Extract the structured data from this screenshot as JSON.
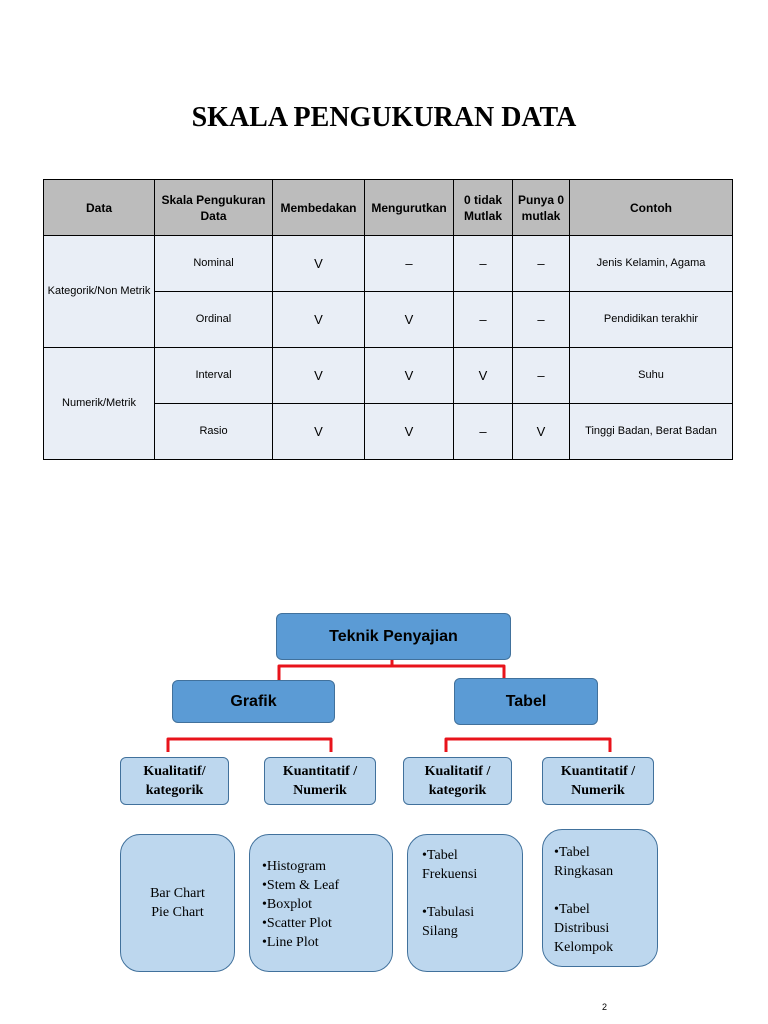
{
  "title": "SKALA PENGUKURAN DATA",
  "table": {
    "headers": [
      "Data",
      "Skala Pengukuran Data",
      "Membedakan",
      "Mengurutkan",
      "0 tidak Mutlak",
      "Punya 0 mutlak",
      "Contoh"
    ],
    "groups": [
      "Kategorik/Non Metrik",
      "Numerik/Metrik"
    ],
    "rows": [
      {
        "scale": "Nominal",
        "membedakan": "V",
        "mengurutkan": "–",
        "nol_tidak_mutlak": "–",
        "punya_nol_mutlak": "–",
        "contoh": "Jenis Kelamin, Agama"
      },
      {
        "scale": "Ordinal",
        "membedakan": "V",
        "mengurutkan": "V",
        "nol_tidak_mutlak": "–",
        "punya_nol_mutlak": "–",
        "contoh": "Pendidikan terakhir"
      },
      {
        "scale": "Interval",
        "membedakan": "V",
        "mengurutkan": "V",
        "nol_tidak_mutlak": "V",
        "punya_nol_mutlak": "–",
        "contoh": "Suhu"
      },
      {
        "scale": "Rasio",
        "membedakan": "V",
        "mengurutkan": "V",
        "nol_tidak_mutlak": "–",
        "punya_nol_mutlak": "V",
        "contoh": "Tinggi Badan, Berat Badan"
      }
    ]
  },
  "diagram": {
    "root": "Teknik Penyajian",
    "grafik": "Grafik",
    "tabel": "Tabel",
    "grafik_kualitatif": "Kualitatif/\nkategorik",
    "grafik_kuantitatif": "Kuantitatif /\nNumerik",
    "tabel_kualitatif": "Kualitatif /\nkategorik",
    "tabel_kuantitatif": "Kuantitatif /\nNumerik",
    "card1": [
      "Bar Chart",
      "Pie Chart"
    ],
    "card2": [
      "•Histogram",
      "•Stem & Leaf",
      "•Boxplot",
      "•Scatter Plot",
      "•Line Plot"
    ],
    "card3a": "•Tabel\n  Frekuensi",
    "card3b": "•Tabulasi\n  Silang",
    "card4a": "•Tabel\n  Ringkasan",
    "card4b": "•Tabel\n  Distribusi\n  Kelompok"
  },
  "page_number": "2",
  "colors": {
    "connector": "#e8131b",
    "box_dark": "#5b9bd5",
    "box_light": "#bdd7ee",
    "header_bg": "#bcbcbc",
    "cell_bg": "#e9eef6"
  }
}
